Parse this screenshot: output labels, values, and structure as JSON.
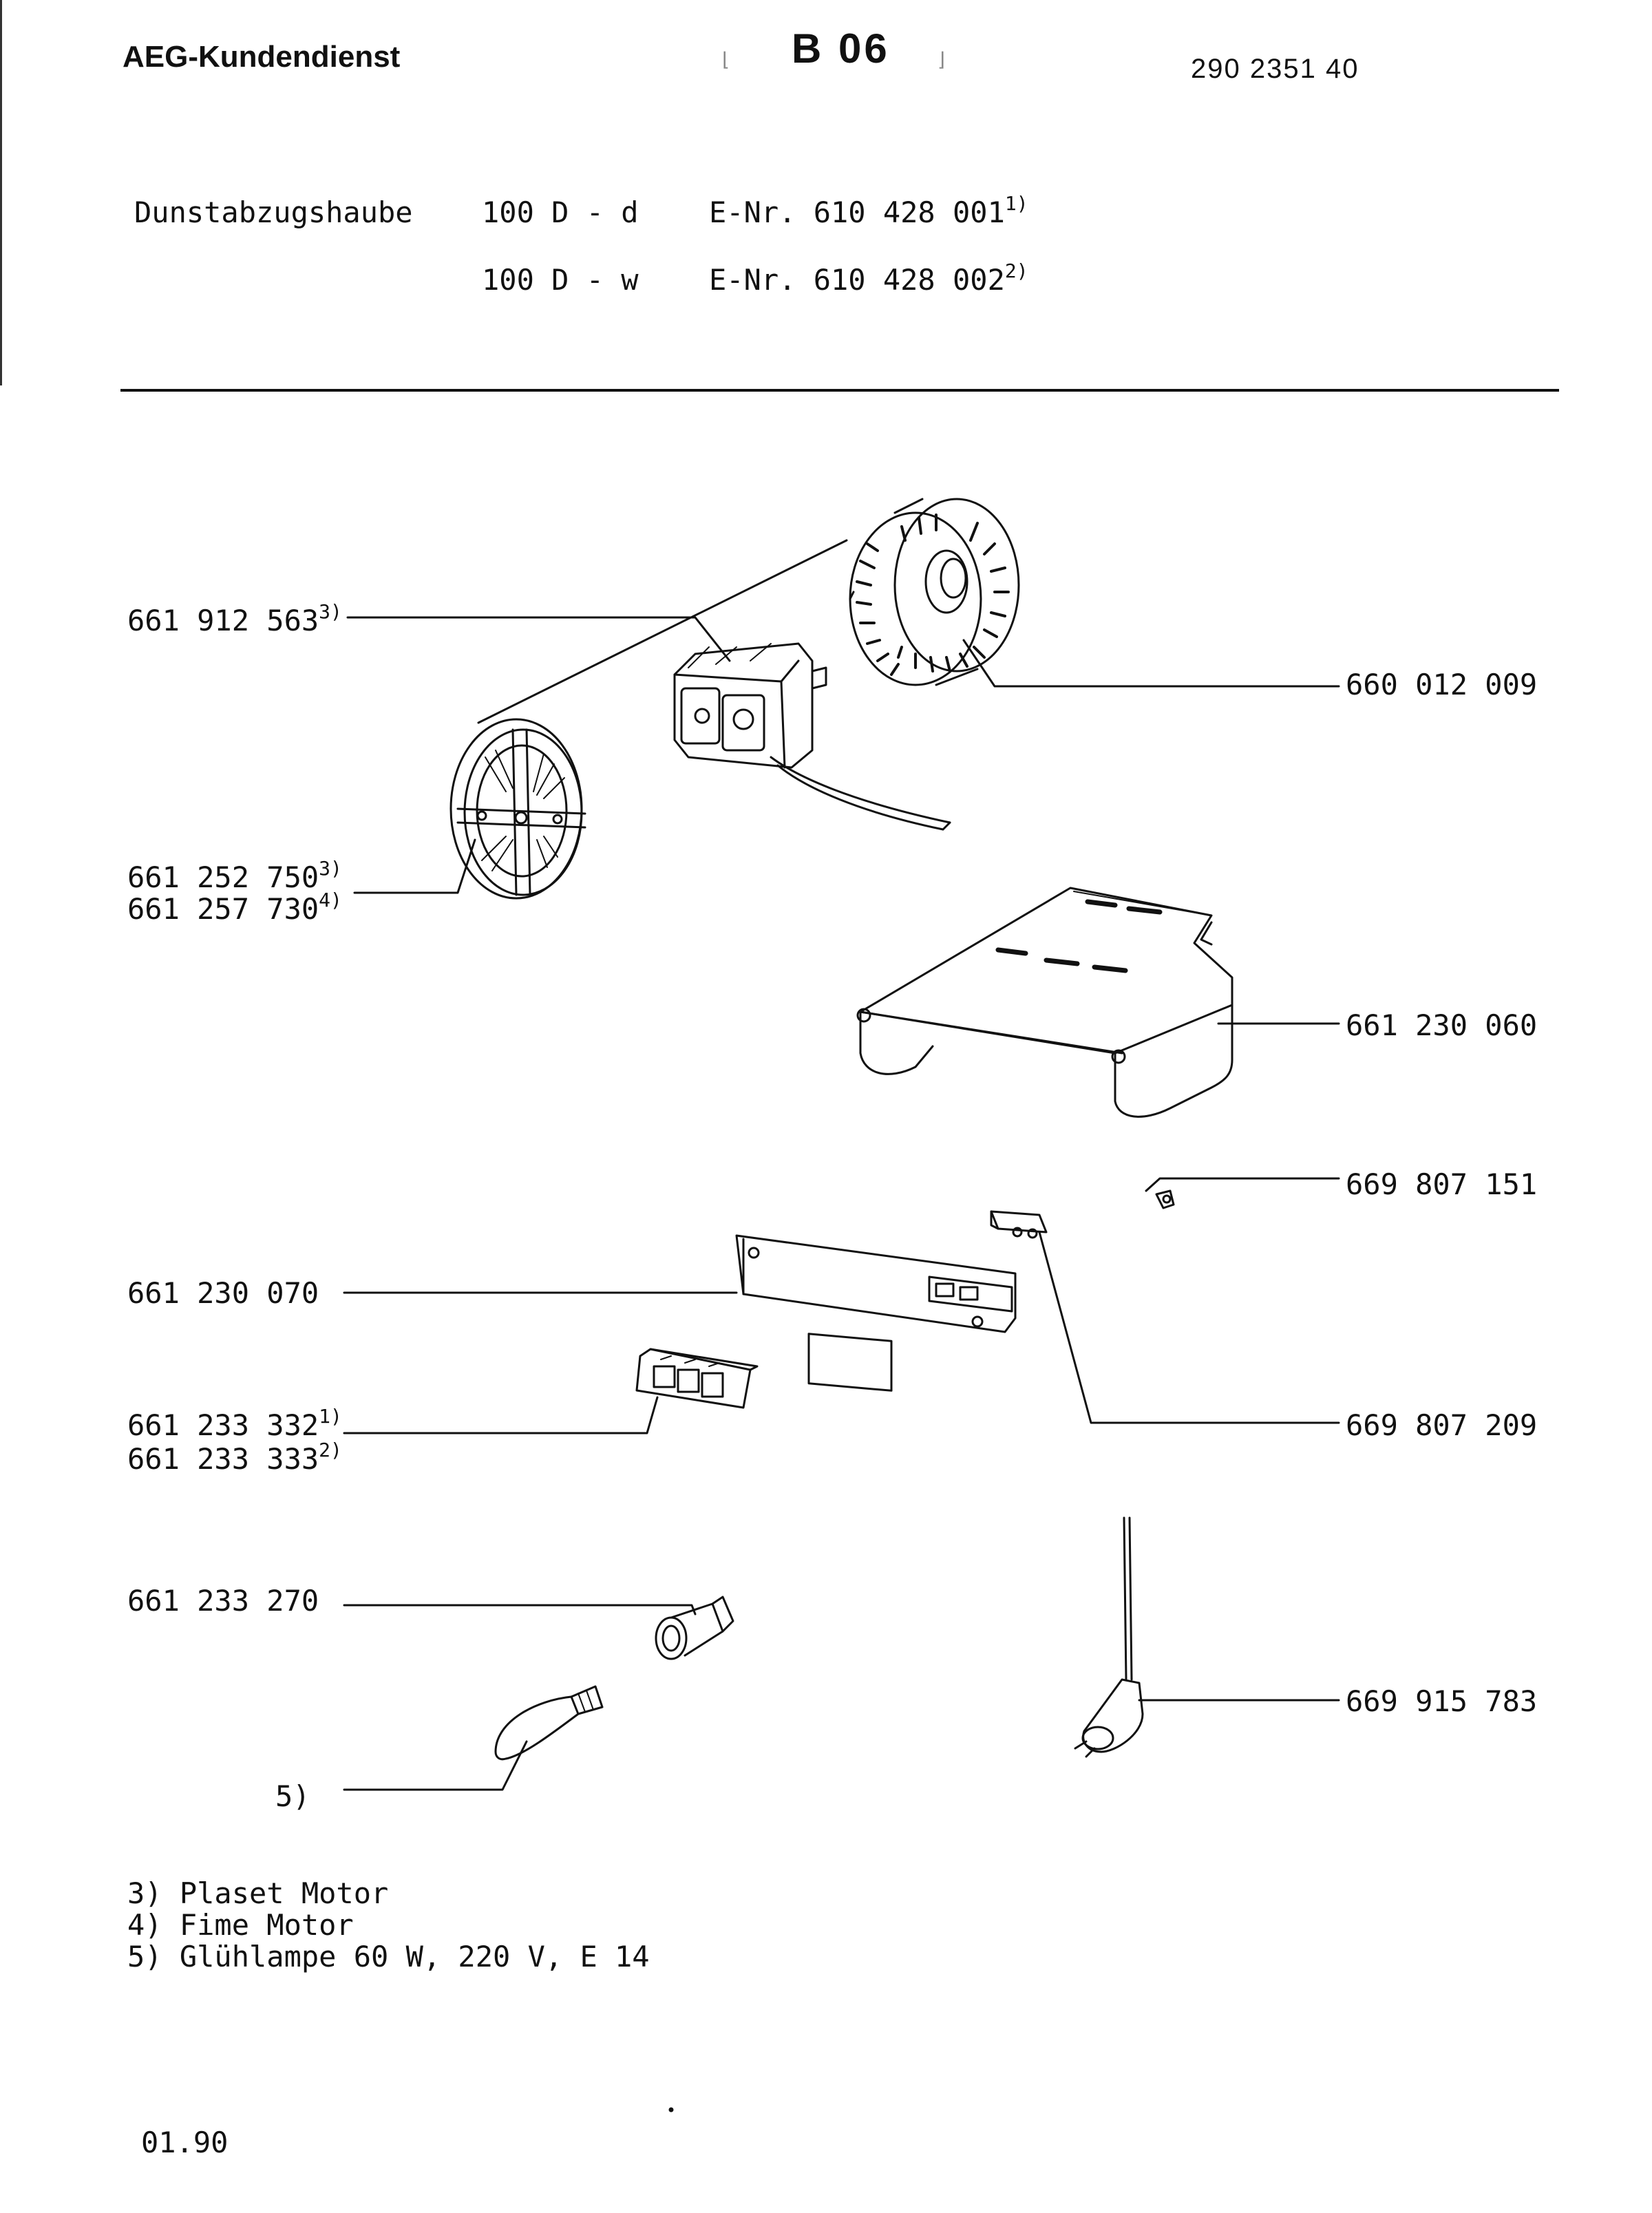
{
  "header": {
    "brand": "AEG-Kundendienst",
    "code": "B 06",
    "doc_number": "290 2351 40"
  },
  "product": {
    "name": "Dunstabzugshaube",
    "variants": [
      {
        "model": "100 D - d",
        "enr": "E-Nr. 610 428 001",
        "note": "1)"
      },
      {
        "model": "100 D - w",
        "enr": "E-Nr. 610 428 002",
        "note": "2)"
      }
    ]
  },
  "parts": {
    "motor_housing": {
      "number": "661 912 563",
      "note": "3)"
    },
    "impeller": {
      "number": "660 012 009"
    },
    "motor_cover_a": {
      "number": "661 252 750",
      "note": "3)"
    },
    "motor_cover_b": {
      "number": "661 257 730",
      "note": "4)"
    },
    "grease_tray": {
      "number": "661 230 060"
    },
    "clip": {
      "number": "669 807 151"
    },
    "control_plate": {
      "number": "661 230 070"
    },
    "switch_a": {
      "number": "661 233 332",
      "note": "1)"
    },
    "switch_b": {
      "number": "661 233 333",
      "note": "2)"
    },
    "terminal": {
      "number": "669 807 209"
    },
    "lamp_socket": {
      "number": "661 233 270"
    },
    "power_cord": {
      "number": "669 915 783"
    },
    "bulb": {
      "note": "5)"
    }
  },
  "footnotes": [
    "3) Plaset Motor",
    "4) Fime Motor",
    "5) Glühlampe 60 W, 220 V, E 14"
  ],
  "footer": {
    "date": "01.90"
  }
}
